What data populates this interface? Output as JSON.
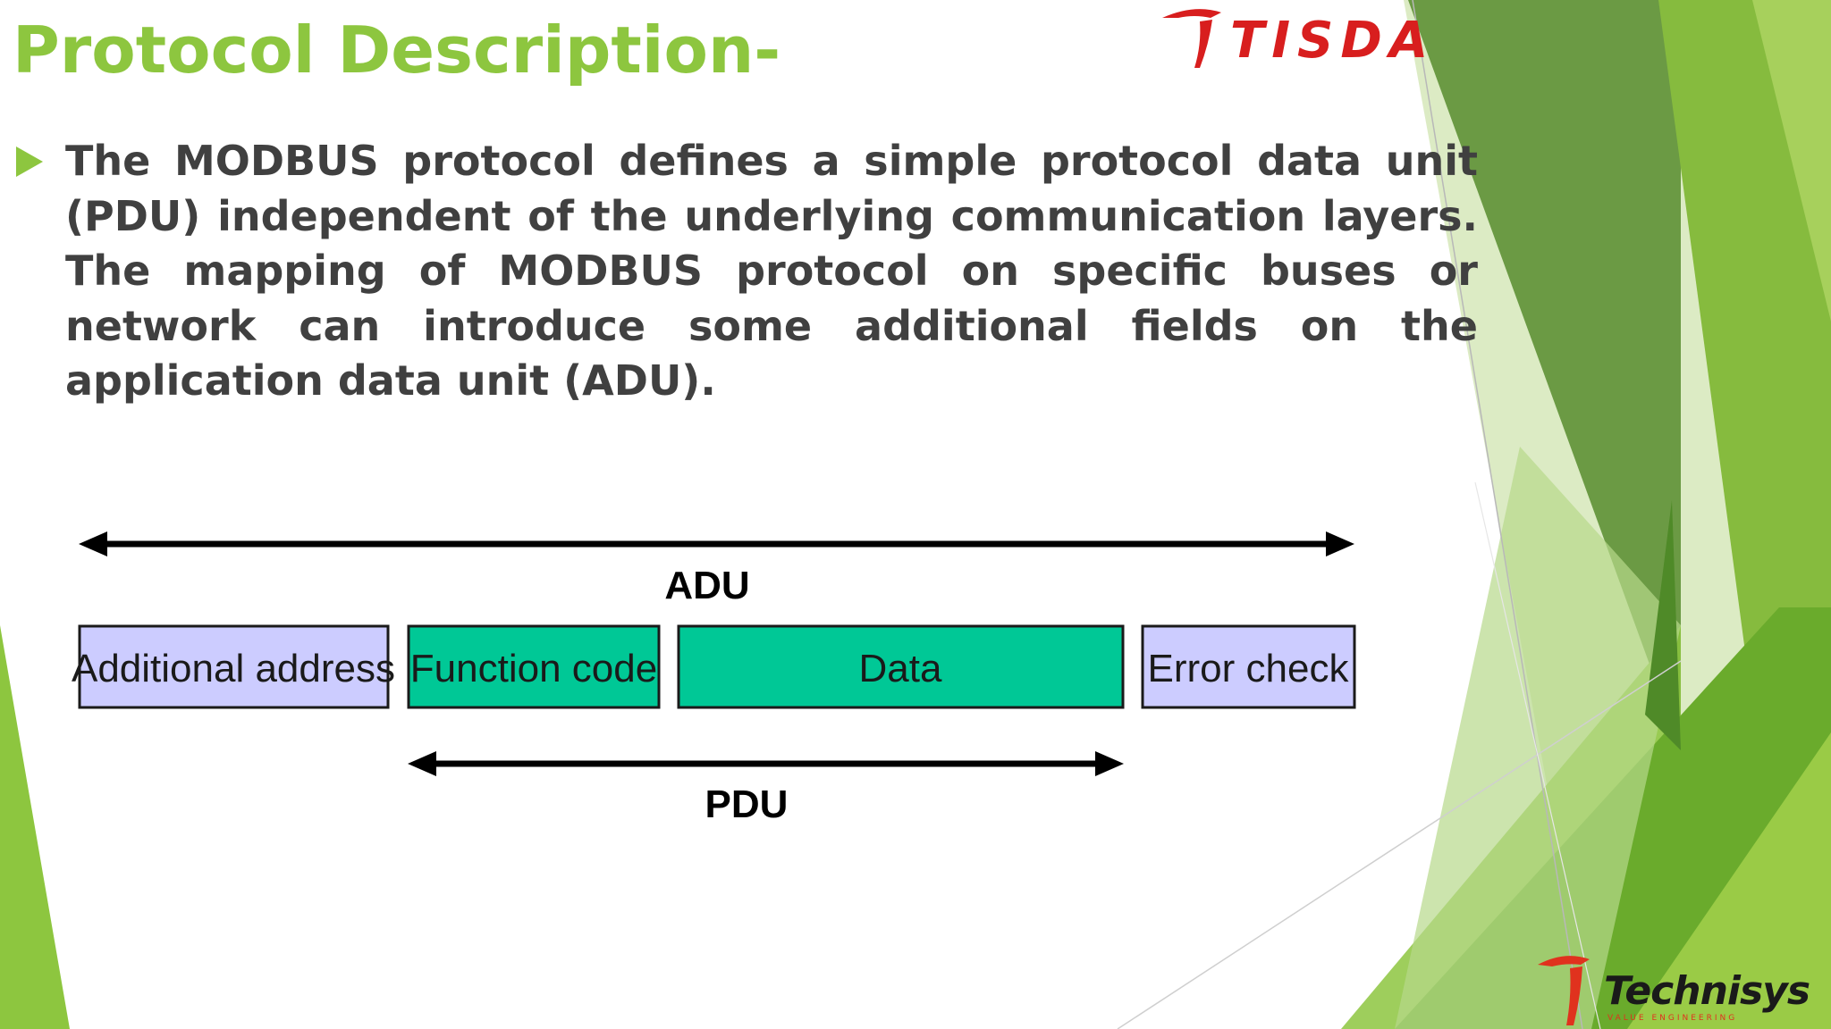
{
  "slide": {
    "title": "Protocol Description-",
    "bullet": "The MODBUS protocol defines a simple protocol data unit (PDU) independent of the underlying communication layers. The mapping of MODBUS protocol on specific buses or network can introduce some additional fields on the application data unit (ADU)."
  },
  "logos": {
    "top": "TISDA",
    "bottom_name": "Technisys",
    "bottom_tagline": "VALUE ENGINEERING"
  },
  "diagram": {
    "adu_label": "ADU",
    "pdu_label": "PDU",
    "fields": [
      {
        "label": "Additional address",
        "color": "#ccccff"
      },
      {
        "label": "Function code",
        "color": "#00c896"
      },
      {
        "label": "Data",
        "color": "#00c896"
      },
      {
        "label": "Error check",
        "color": "#ccccff"
      }
    ]
  },
  "colors": {
    "title": "#8dc63f",
    "text": "#404040",
    "accent_green": "#8dc63f",
    "dark_green": "#5a9a2c",
    "logo_red": "#d81e1e"
  }
}
